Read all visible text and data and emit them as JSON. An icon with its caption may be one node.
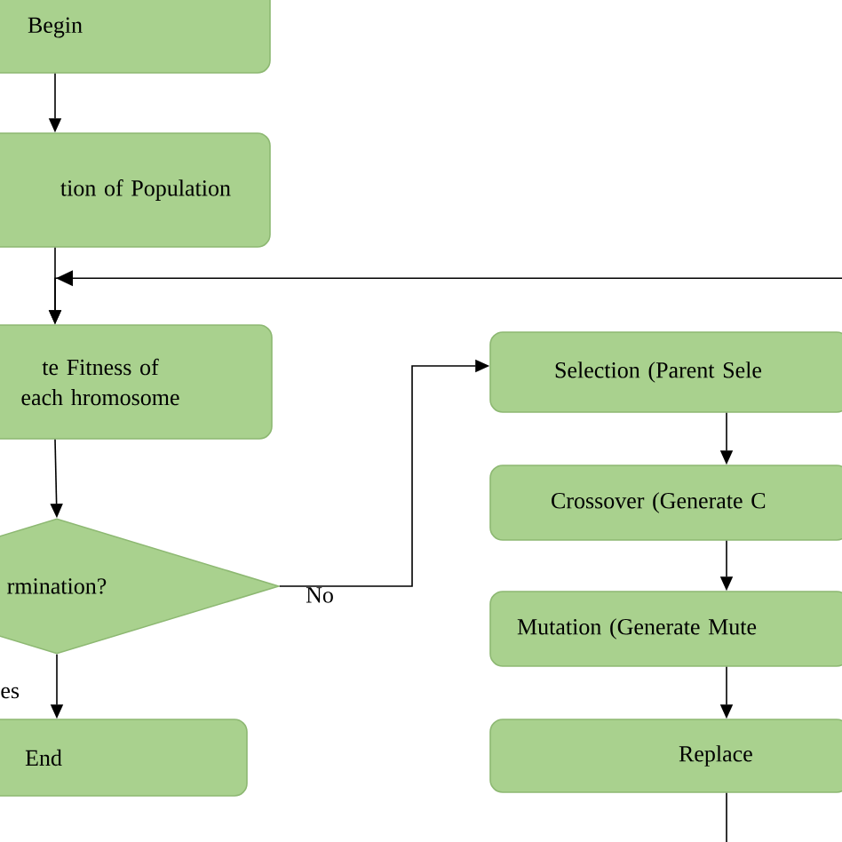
{
  "diagram": {
    "nodes": [
      {
        "text": [
          "Begin"
        ]
      },
      {
        "text": [
          "tion of Population"
        ]
      },
      {
        "text": [
          "te Fitness of each hromosome"
        ]
      },
      {
        "text": [
          "rmination?"
        ]
      },
      {
        "text": [
          "End"
        ]
      },
      {
        "text": [
          "Selection (Parent Sele"
        ]
      },
      {
        "text": [
          "Crossover (Generate C"
        ]
      },
      {
        "text": [
          "Mutation (Generate Mute"
        ]
      },
      {
        "text": [
          "Replace"
        ]
      }
    ],
    "edges": [
      {
        "from": 0,
        "to": 1,
        "arrow": "to"
      },
      {
        "from": 1,
        "to": 2,
        "arrow": "to"
      },
      {
        "from": 2,
        "to": 3,
        "arrow": "to"
      },
      {
        "from": 3,
        "to": 4,
        "arrow": "to",
        "label": "es"
      },
      {
        "from": 3,
        "to": 5,
        "arrow": "to",
        "label": "No"
      },
      {
        "from": 5,
        "to": 6,
        "arrow": "to"
      },
      {
        "from": 6,
        "to": 7,
        "arrow": "to"
      },
      {
        "from": 7,
        "to": 8,
        "arrow": "to"
      },
      {
        "from": 8,
        "to": 2,
        "arrow": "to"
      }
    ]
  }
}
